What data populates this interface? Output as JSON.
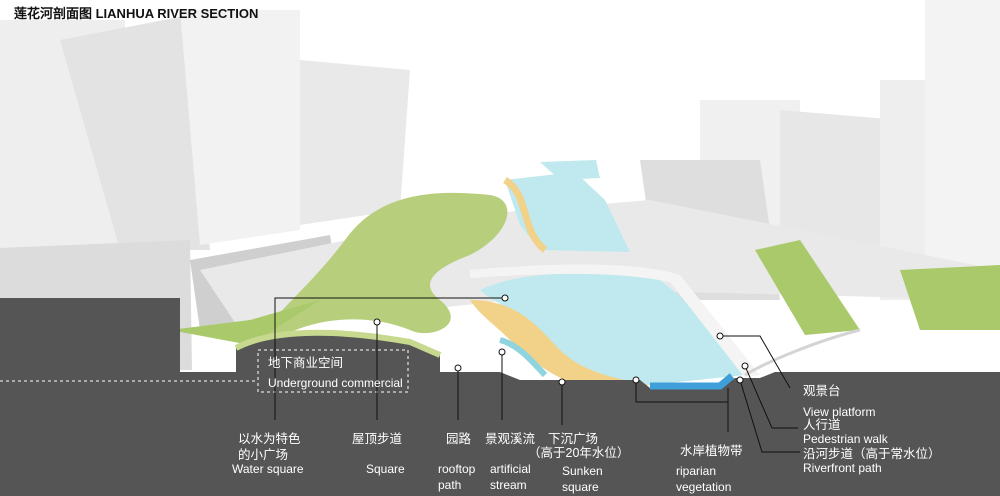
{
  "title": "莲花河剖面图 LIANHUA RIVER SECTION",
  "colors": {
    "section_fill": "#555555",
    "water": "#bfe9ee",
    "deep_water": "#3f9fd8",
    "lawn": "#b7cf7c",
    "sand": "#f2d188",
    "building": "#e6e6e6",
    "label": "#ffffff"
  },
  "labels": {
    "underground_zh": "地下商业空间",
    "underground_en": "Underground commercial",
    "water_square_zh1": "以水为特色",
    "water_square_zh2": "的小广场",
    "water_square_en": "Water square",
    "roof_path_zh": "屋顶步道",
    "roof_path_en": "Square",
    "garden_path_zh": "园路",
    "garden_path_en1": "rooftop",
    "garden_path_en2": "path",
    "stream_zh": "景观溪流",
    "stream_en1": "artificial",
    "stream_en2": "stream",
    "sunken_zh": "下沉广场",
    "sunken_note": "（高于20年水位）",
    "sunken_en1": "Sunken",
    "sunken_en2": "square",
    "riparian_zh": "水岸植物带",
    "riparian_en1": "riparian",
    "riparian_en2": "vegetation",
    "view_zh": "观景台",
    "view_en": "View platform",
    "ped_zh": "人行道",
    "ped_en": "Pedestrian walk",
    "river_zh": "沿河步道（高于常水位）",
    "river_en": "Riverfront path"
  }
}
